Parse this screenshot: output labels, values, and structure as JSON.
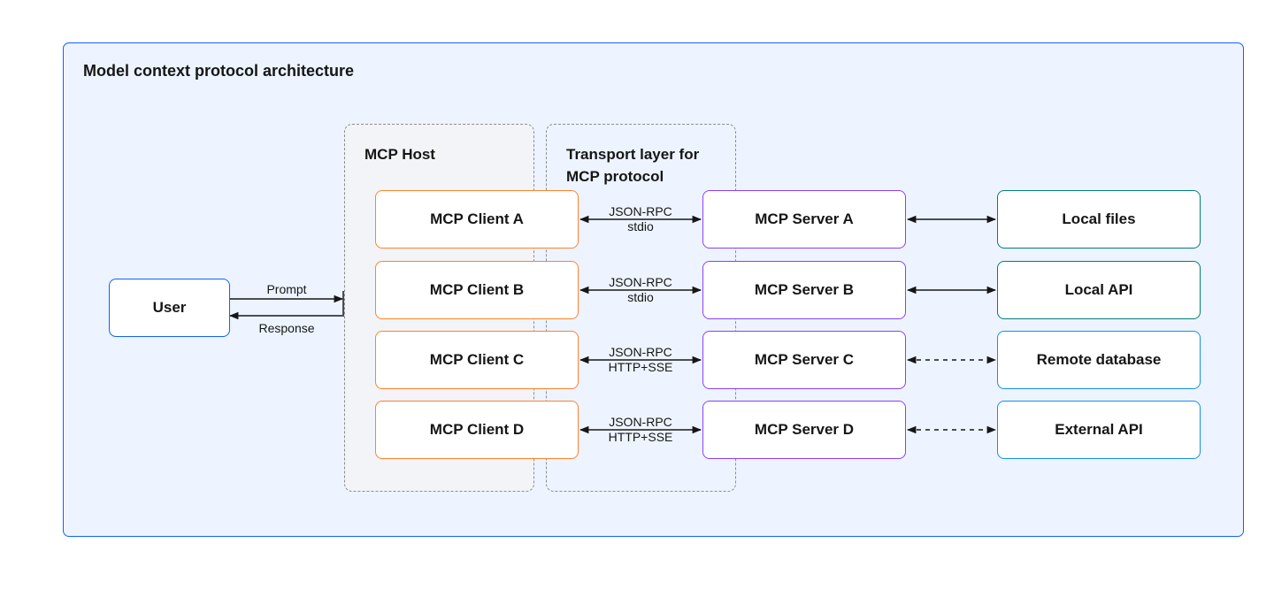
{
  "diagram": {
    "title": "Model context protocol architecture",
    "groups": {
      "host": "MCP Host",
      "transport": "Transport layer for MCP protocol"
    },
    "user": {
      "label": "User",
      "prompt_label": "Prompt",
      "response_label": "Response"
    },
    "rows": [
      {
        "client": "MCP Client A",
        "transport_top": "JSON-RPC",
        "transport_bottom": "stdio",
        "server": "MCP Server A",
        "resource": "Local files",
        "resource_link": "solid"
      },
      {
        "client": "MCP Client B",
        "transport_top": "JSON-RPC",
        "transport_bottom": "stdio",
        "server": "MCP Server B",
        "resource": "Local API",
        "resource_link": "solid"
      },
      {
        "client": "MCP Client C",
        "transport_top": "JSON-RPC",
        "transport_bottom": "HTTP+SSE",
        "server": "MCP Server C",
        "resource": "Remote database",
        "resource_link": "dashed"
      },
      {
        "client": "MCP Client D",
        "transport_top": "JSON-RPC",
        "transport_bottom": "HTTP+SSE",
        "server": "MCP Server D",
        "resource": "External API",
        "resource_link": "dashed"
      }
    ],
    "colors": {
      "frame_border": "#0f62fe",
      "frame_background": "#edf4ff",
      "host_background": "#f2f4f8",
      "user_border": "#0f62fe",
      "client_border": "#ff832b",
      "server_border": "#8a3ffc",
      "local_resource_border": "#007d79",
      "remote_resource_border": "#1192e8"
    }
  }
}
